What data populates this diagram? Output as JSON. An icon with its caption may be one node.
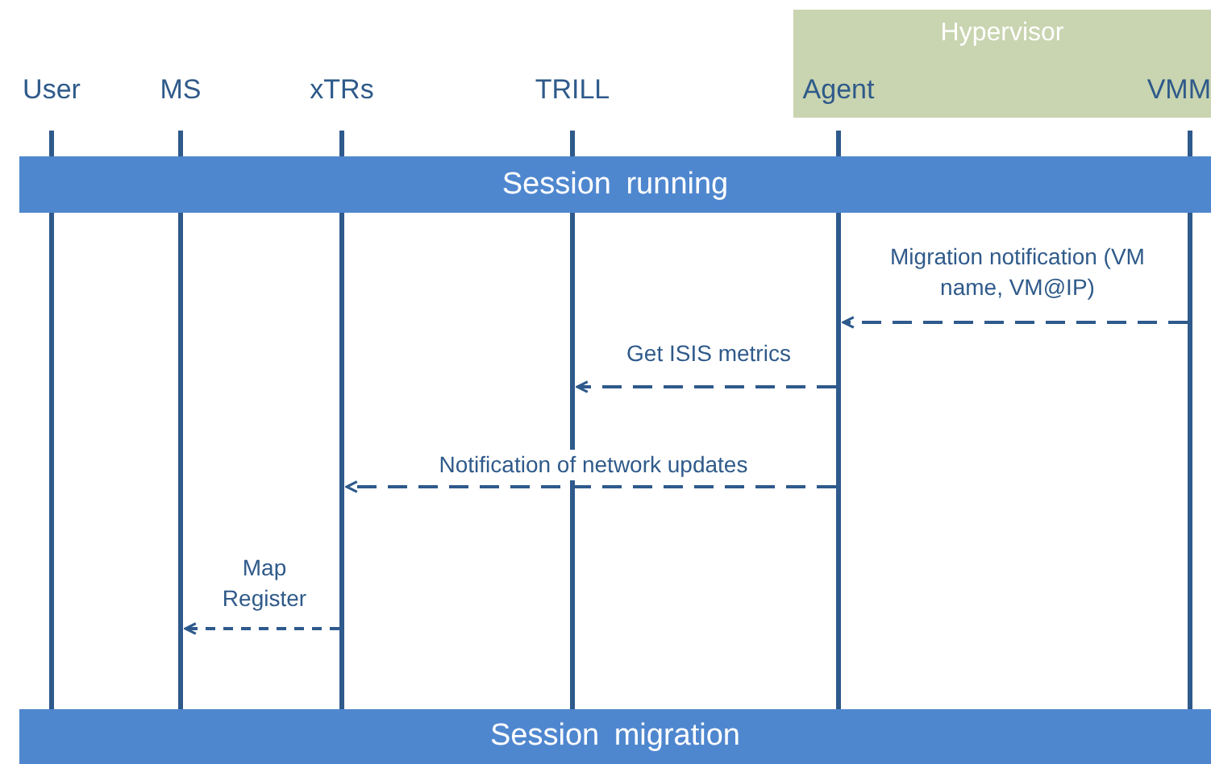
{
  "diagram": {
    "nodes": [
      {
        "text": [
          "User"
        ]
      },
      {
        "text": [
          "MS"
        ]
      },
      {
        "text": [
          "xTRs"
        ]
      },
      {
        "text": [
          "TRILL"
        ]
      },
      {
        "text": [
          "Hypervisor"
        ]
      },
      {
        "text": [
          "Agent"
        ],
        "in": 4
      },
      {
        "text": [
          "VMM"
        ],
        "in": 4
      },
      {
        "text": [
          "Session running"
        ]
      },
      {
        "text": [
          "Session migration"
        ]
      }
    ],
    "edges": [
      {
        "from": 6,
        "to": 5,
        "arrow": "to",
        "style": "dashed",
        "label": "Migration notification (VM name, VM@IP)"
      },
      {
        "from": 5,
        "to": 3,
        "arrow": "to",
        "style": "dashed",
        "label": "Get ISIS metrics"
      },
      {
        "from": 5,
        "to": 2,
        "arrow": "to",
        "style": "dashed",
        "label": "Notification of network updates"
      },
      {
        "from": 2,
        "to": 1,
        "arrow": "to",
        "style": "dashed",
        "label": "Map Register"
      }
    ]
  }
}
